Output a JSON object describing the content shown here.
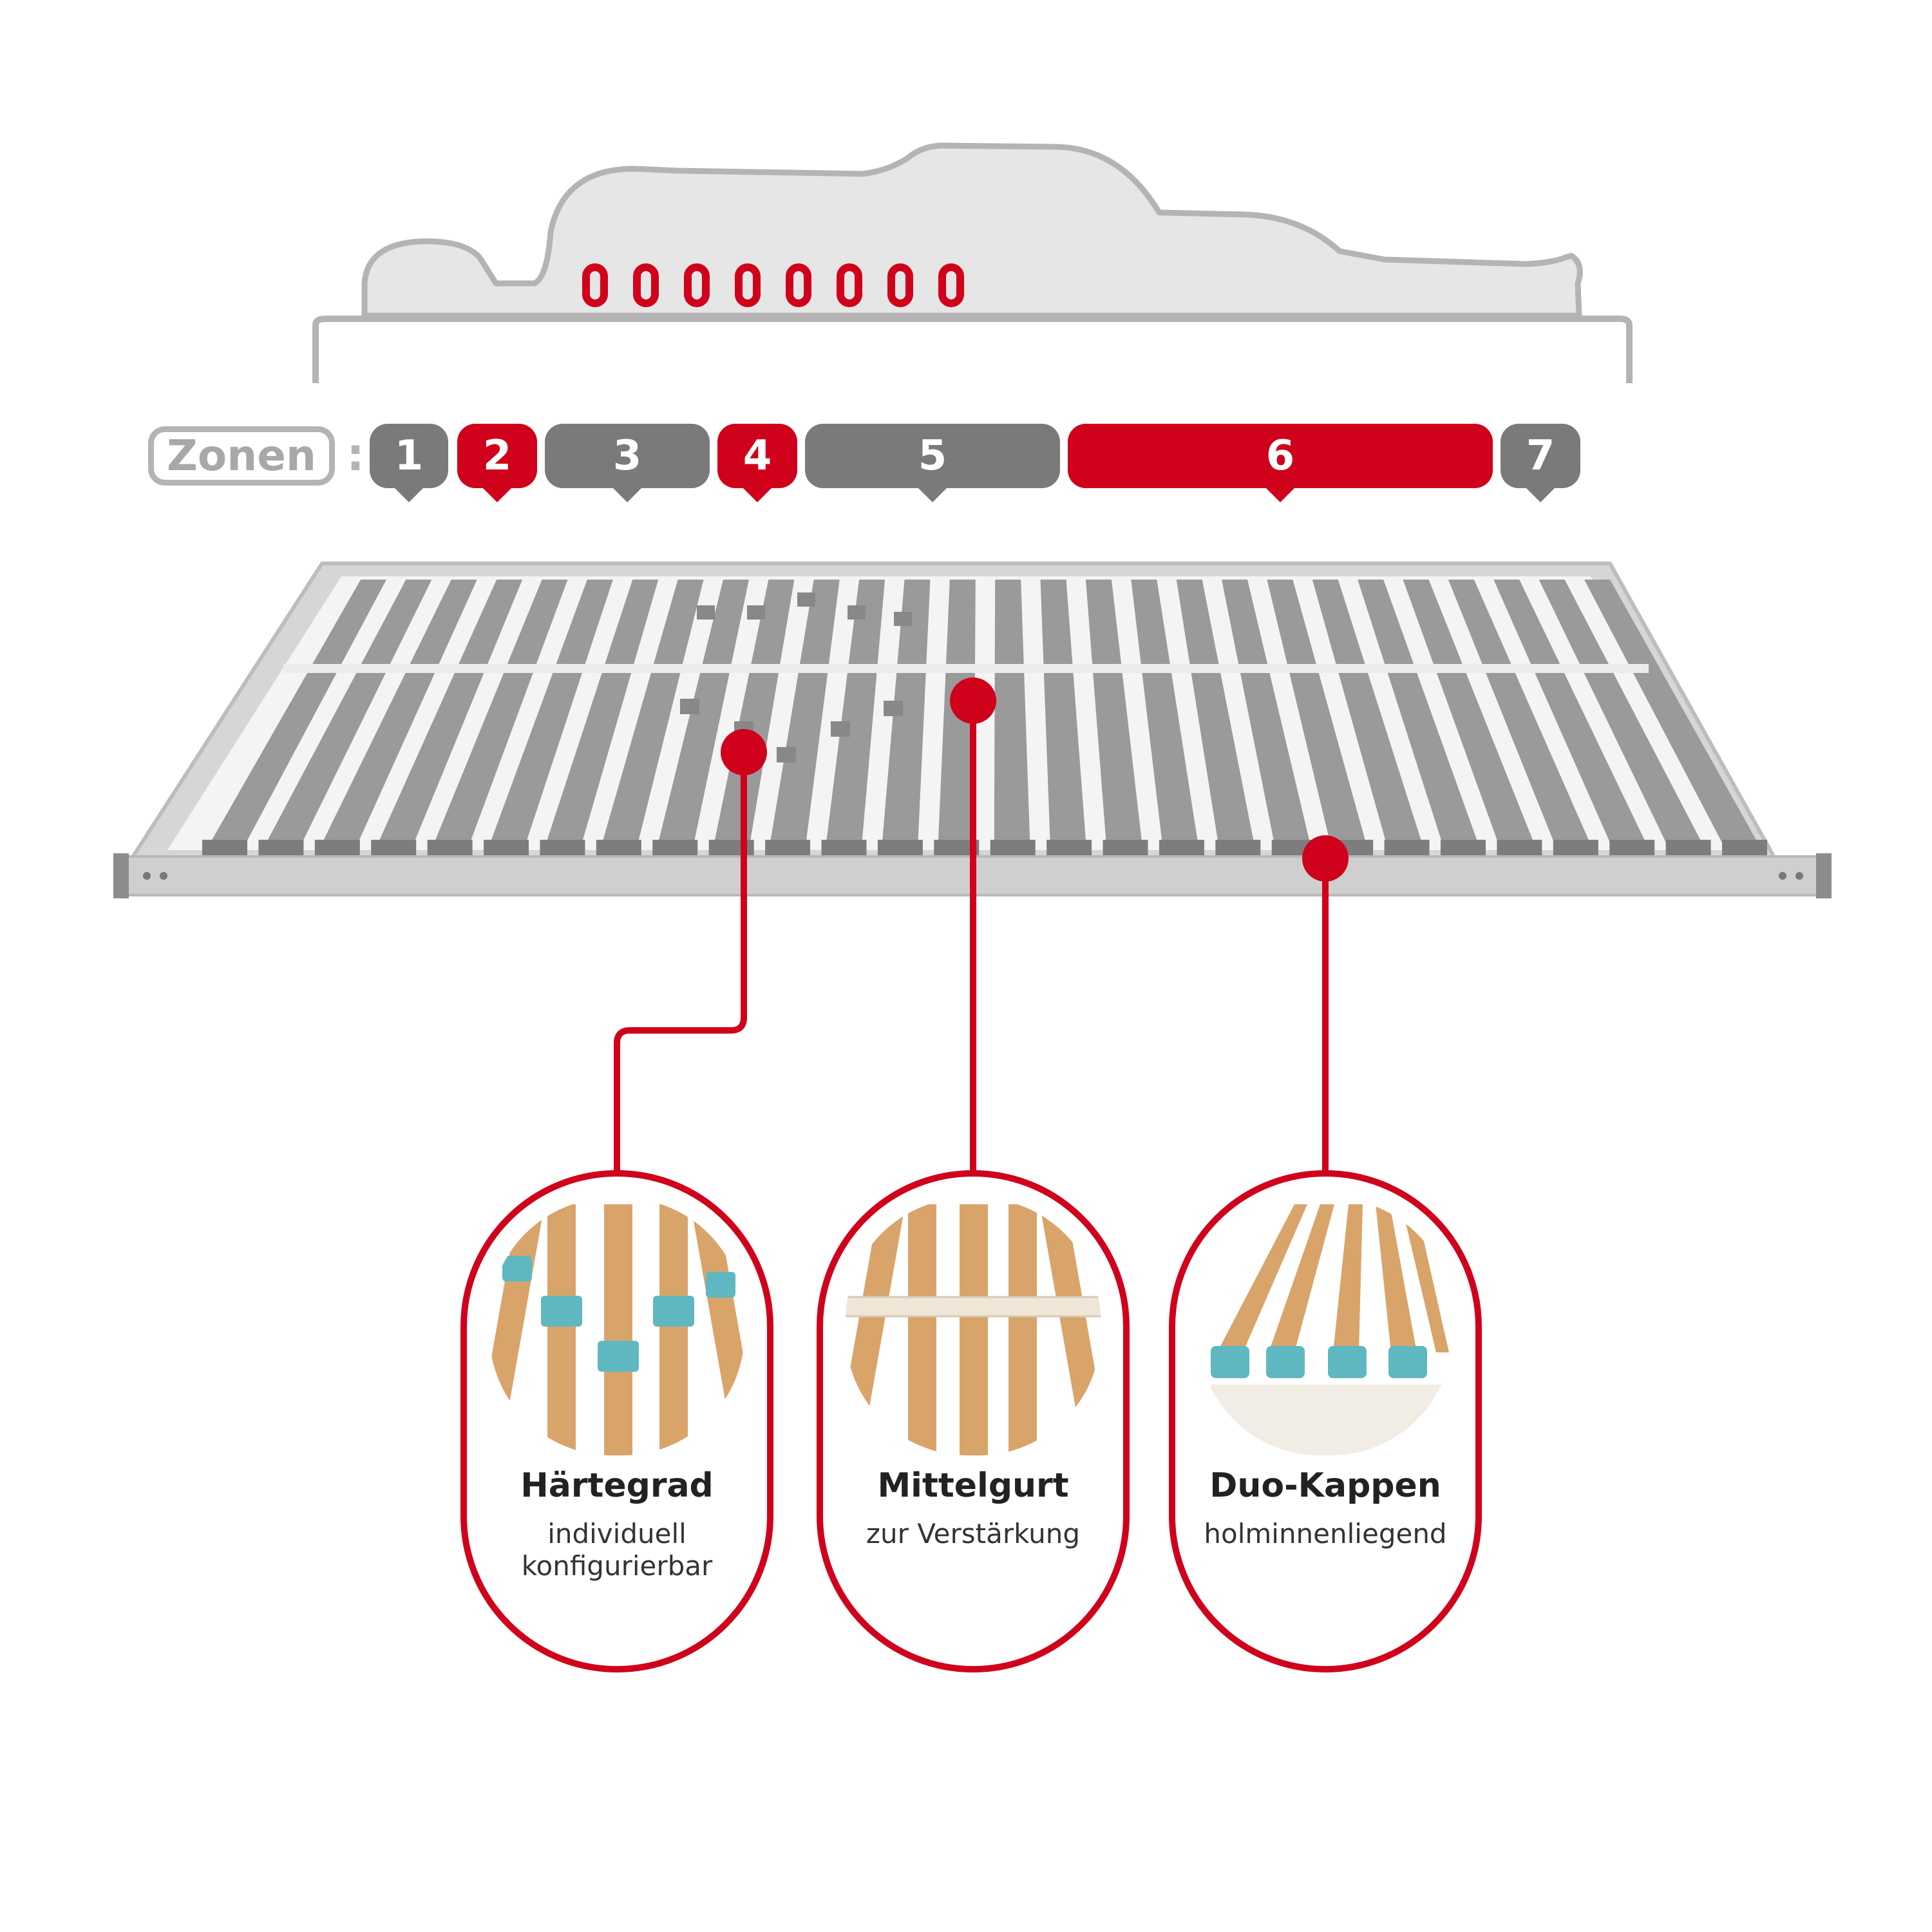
{
  "zones_label": "Zonen",
  "zones_colon": ":",
  "zones": [
    {
      "label": "1",
      "color": "#7a7a7a"
    },
    {
      "label": "2",
      "color": "#d0011b"
    },
    {
      "label": "3",
      "color": "#7a7a7a"
    },
    {
      "label": "4",
      "color": "#d0011b"
    },
    {
      "label": "5",
      "color": "#7a7a7a"
    },
    {
      "label": "6",
      "color": "#d0011b"
    },
    {
      "label": "7",
      "color": "#7a7a7a"
    }
  ],
  "colors": {
    "accent": "#d0011b",
    "zone_gray": "#7a7a7a",
    "outline_gray": "#b4b4b4",
    "body_fill": "#e6e6e6",
    "slat_gray": "#9a9a9a",
    "frame": "#c8c8c8",
    "wood": "#d9a46a",
    "cap_teal": "#5fb8c1"
  },
  "features": [
    {
      "title": "Härtegrad",
      "subtitle_lines": [
        "individuell",
        "konfigurierbar"
      ]
    },
    {
      "title": "Mittelgurt",
      "subtitle_lines": [
        "zur Verstärkung"
      ]
    },
    {
      "title": "Duo-Kappen",
      "subtitle_lines": [
        "holminnenliegend"
      ]
    }
  ]
}
